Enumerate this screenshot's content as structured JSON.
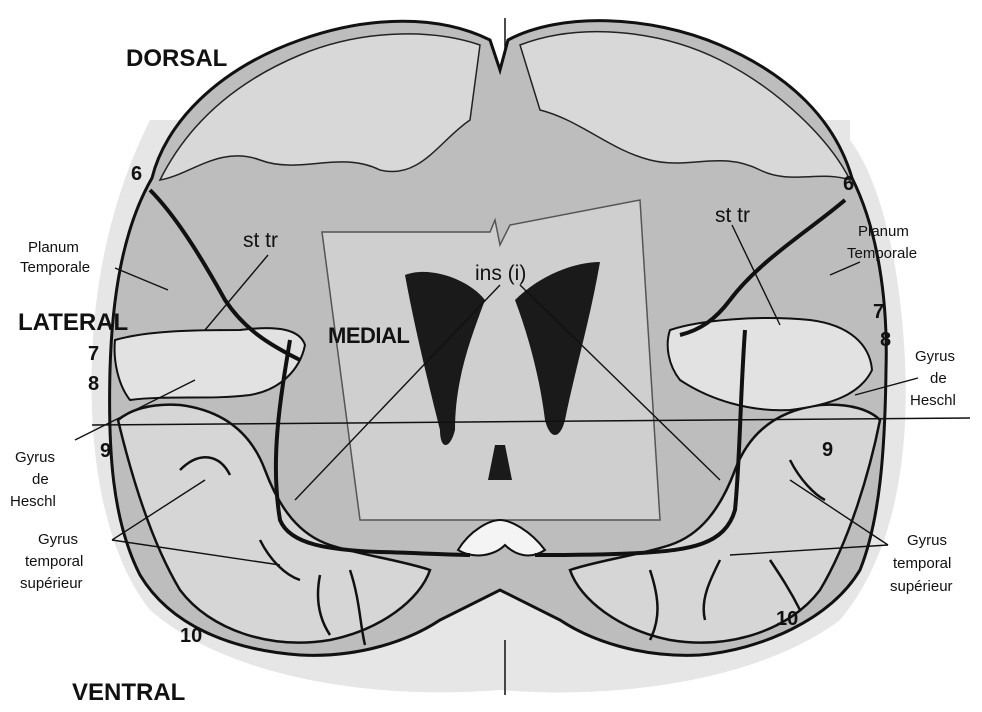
{
  "orientation": {
    "dorsal": "DORSAL",
    "ventral": "VENTRAL",
    "lateral": "LATERAL",
    "medial": "MEDIAL"
  },
  "labels": {
    "st_tr_left": "st tr",
    "st_tr_right": "st tr",
    "ins": "ins (i)",
    "planum_temporale": [
      "Planum",
      "Temporale"
    ],
    "gyrus_heschl": [
      "Gyrus",
      "de",
      "Heschl"
    ],
    "gyrus_temporal_superieur": [
      "Gyrus",
      "temporal",
      "supérieur"
    ]
  },
  "numbers": {
    "left": [
      "6",
      "7",
      "8",
      "9",
      "10"
    ],
    "right": [
      "6",
      "7",
      "8",
      "9",
      "10"
    ]
  }
}
